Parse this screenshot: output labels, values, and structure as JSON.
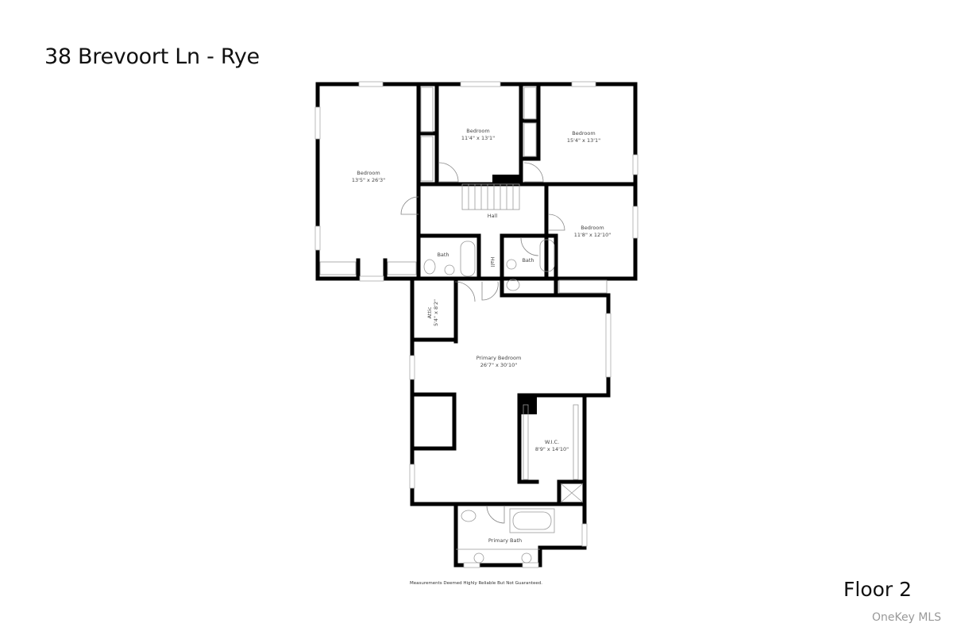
{
  "header": {
    "title": "38 Brevoort Ln - Rye"
  },
  "footer": {
    "floor_label": "Floor 2",
    "disclaimer": "Measurements Deemed Highly Reliable But Not Guaranteed.",
    "watermark": "OneKey MLS"
  },
  "rooms": [
    {
      "name": "Bedroom",
      "dims": "13'5\" x 26'3\""
    },
    {
      "name": "Bedroom",
      "dims": "11'4\" x 13'1\""
    },
    {
      "name": "Bedroom",
      "dims": "15'4\" x 13'1\""
    },
    {
      "name": "Hall",
      "dims": ""
    },
    {
      "name": "Bedroom",
      "dims": "11'8\" x 12'10\""
    },
    {
      "name": "Bath",
      "dims": ""
    },
    {
      "name": "Hall",
      "dims": ""
    },
    {
      "name": "Bath",
      "dims": ""
    },
    {
      "name": "Attic",
      "dims": "5'4\" x 8'2\""
    },
    {
      "name": "Primary Bedroom",
      "dims": "26'7\" x 30'10\""
    },
    {
      "name": "W.I.C.",
      "dims": "8'9\" x 14'10\""
    },
    {
      "name": "Primary Bath",
      "dims": ""
    }
  ]
}
